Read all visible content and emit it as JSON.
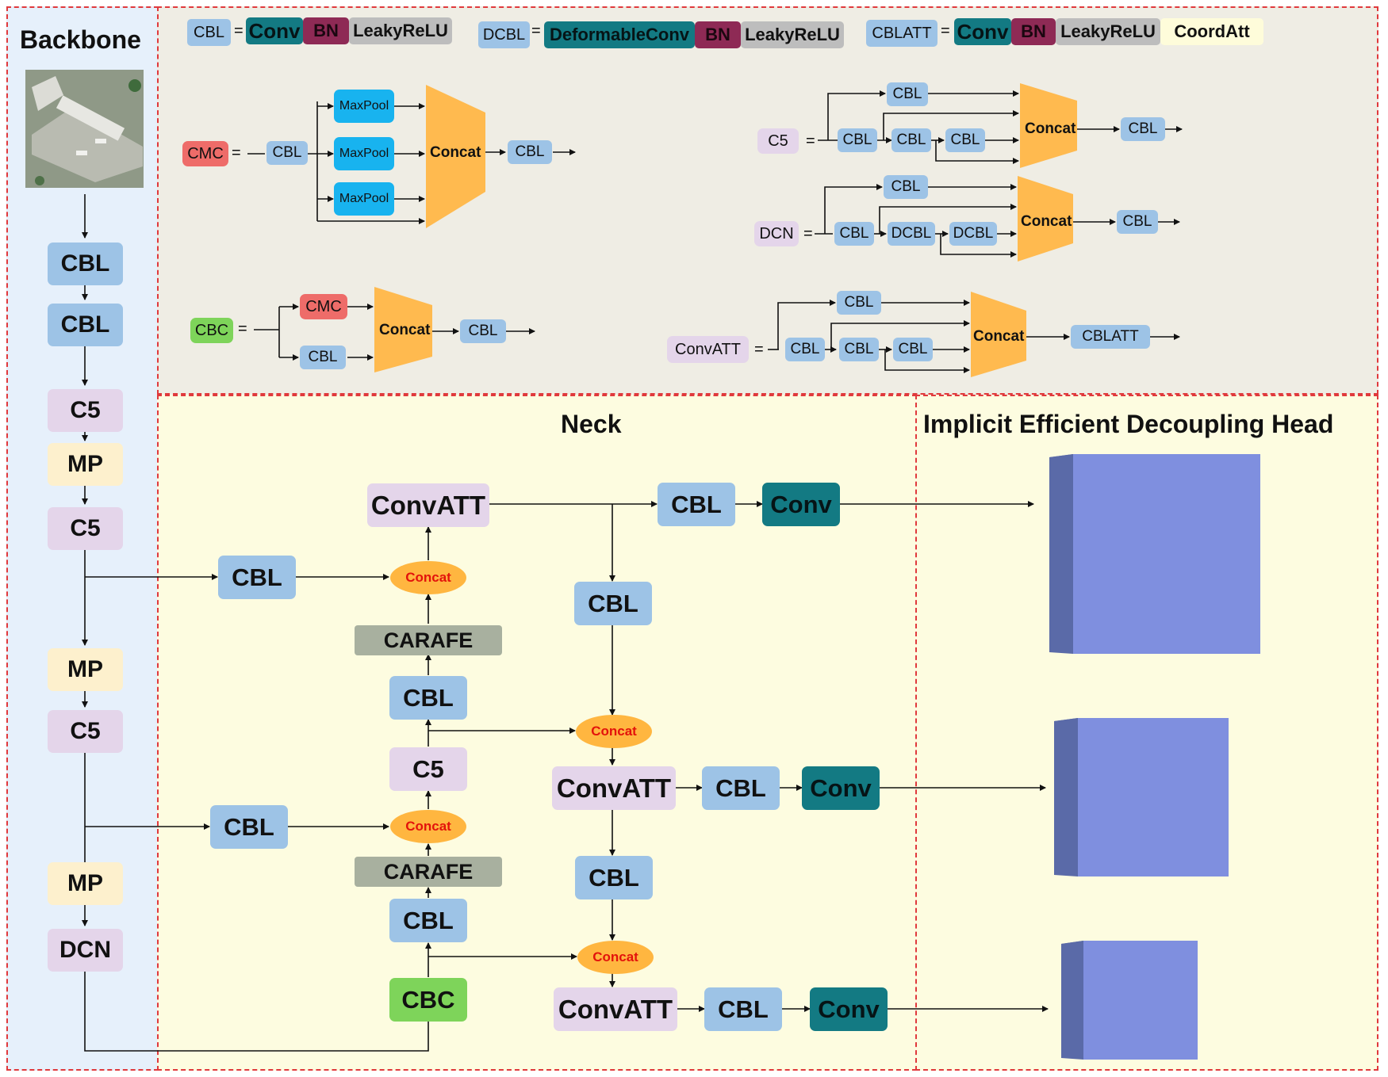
{
  "backbone": {
    "title": "Backbone",
    "blocks": [
      "CBL",
      "CBL",
      "C5",
      "MP",
      "C5",
      "MP",
      "C5",
      "MP",
      "DCN"
    ]
  },
  "legend": {
    "cbl_def": {
      "name": "CBL",
      "parts": [
        "Conv",
        "BN",
        "LeakyReLU"
      ]
    },
    "dcbl_def": {
      "name": "DCBL",
      "parts": [
        "DeformableConv",
        "BN",
        "LeakyReLU"
      ]
    },
    "cblatt_def": {
      "name": "CBLATT",
      "parts": [
        "Conv",
        "BN",
        "LeakyReLU",
        "CoordAtt"
      ]
    },
    "equals": "=",
    "cmc": {
      "name": "CMC",
      "input": "CBL",
      "pools": [
        "MaxPool",
        "MaxPool",
        "MaxPool"
      ],
      "concat": "Concat",
      "output": "CBL"
    },
    "cbc": {
      "name": "CBC",
      "branches": [
        "CMC",
        "CBL"
      ],
      "concat": "Concat",
      "output": "CBL"
    },
    "c5": {
      "name": "C5",
      "top": "CBL",
      "chain": [
        "CBL",
        "CBL",
        "CBL"
      ],
      "concat": "Concat",
      "output": "CBL"
    },
    "dcn": {
      "name": "DCN",
      "top": "CBL",
      "chain": [
        "CBL",
        "DCBL",
        "DCBL"
      ],
      "concat": "Concat",
      "output": "CBL"
    },
    "convatt": {
      "name": "ConvATT",
      "top": "CBL",
      "chain": [
        "CBL",
        "CBL",
        "CBL"
      ],
      "concat": "Concat",
      "output": "CBLATT"
    }
  },
  "neck": {
    "title": "Neck",
    "concat": "Concat",
    "left_column": [
      "ConvATT",
      "CARAFE",
      "CBL",
      "C5",
      "CARAFE",
      "CBL",
      "CBC"
    ],
    "lateral": [
      "CBL",
      "CBL"
    ],
    "right_column": [
      "CBL",
      "ConvATT",
      "CBL",
      "ConvATT"
    ],
    "outputs": [
      {
        "cbl": "CBL",
        "conv": "Conv"
      },
      {
        "cbl": "CBL",
        "conv": "Conv"
      },
      {
        "cbl": "CBL",
        "conv": "Conv"
      }
    ]
  },
  "head": {
    "title": "Implicit Efficient Decoupling Head",
    "front_color": "#7f8fdf",
    "side_color": "#5a6aa8"
  }
}
